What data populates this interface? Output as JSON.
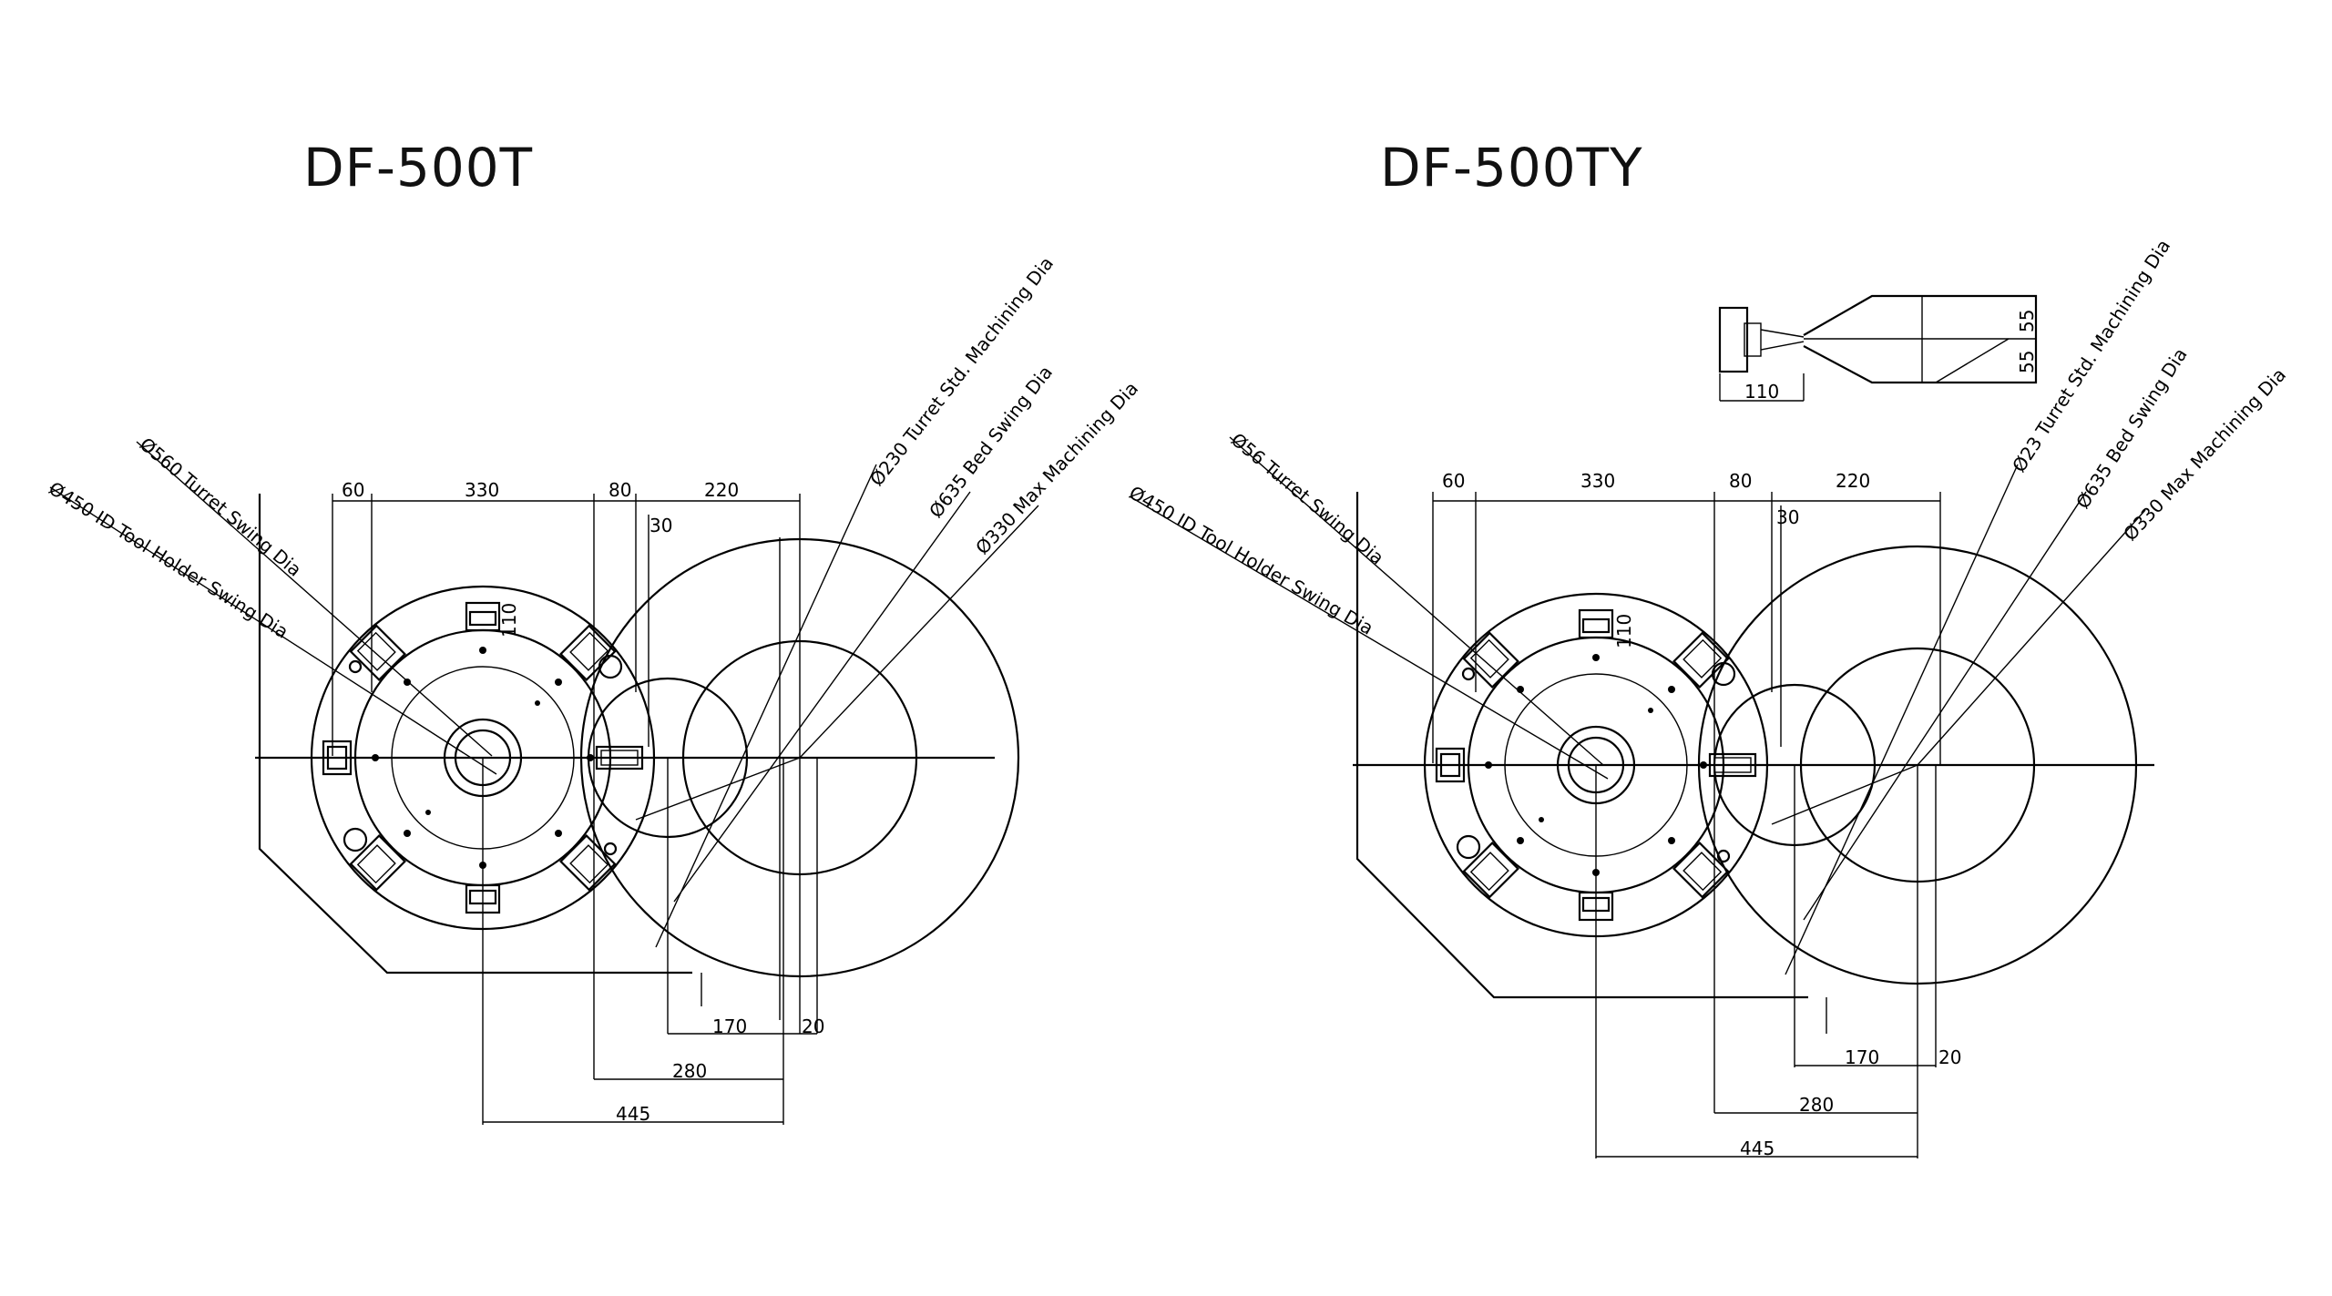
{
  "titles": {
    "left": "DF-500T",
    "right": "DF-500TY"
  },
  "left": {
    "labels": {
      "id_tool": "Ø450  ID Tool Holder Swing Dia",
      "turret_swing": "Ø560  Turret Swing Dia",
      "turret_std": "Ø230 Turret Std. Machining Dia",
      "bed_swing": "Ø635 Bed Swing Dia",
      "max_mach": "Ø330 Max Machining Dia"
    },
    "dims": {
      "d60": "60",
      "d330": "330",
      "d80": "80",
      "d220": "220",
      "d30": "30",
      "d110": "110",
      "d170": "170",
      "d20": "20",
      "d280": "280",
      "d445": "445"
    }
  },
  "right": {
    "labels": {
      "id_tool": "Ø450  ID Tool Holder Swing Dia",
      "turret_swing": "Ø56  Turret Swing Dia",
      "turret_std": "Ø23  Turret Std. Machining Dia",
      "bed_swing": "Ø635 Bed Swing Dia",
      "max_mach": "Ø330 Max Machining Dia"
    },
    "dims": {
      "d60": "60",
      "d330": "330",
      "d80": "80",
      "d220": "220",
      "d30": "30",
      "d110": "110",
      "d170": "170",
      "d20": "20",
      "d280": "280",
      "d445": "445"
    },
    "inset": {
      "w110": "110",
      "h55a": "55",
      "h55b": "55"
    }
  }
}
